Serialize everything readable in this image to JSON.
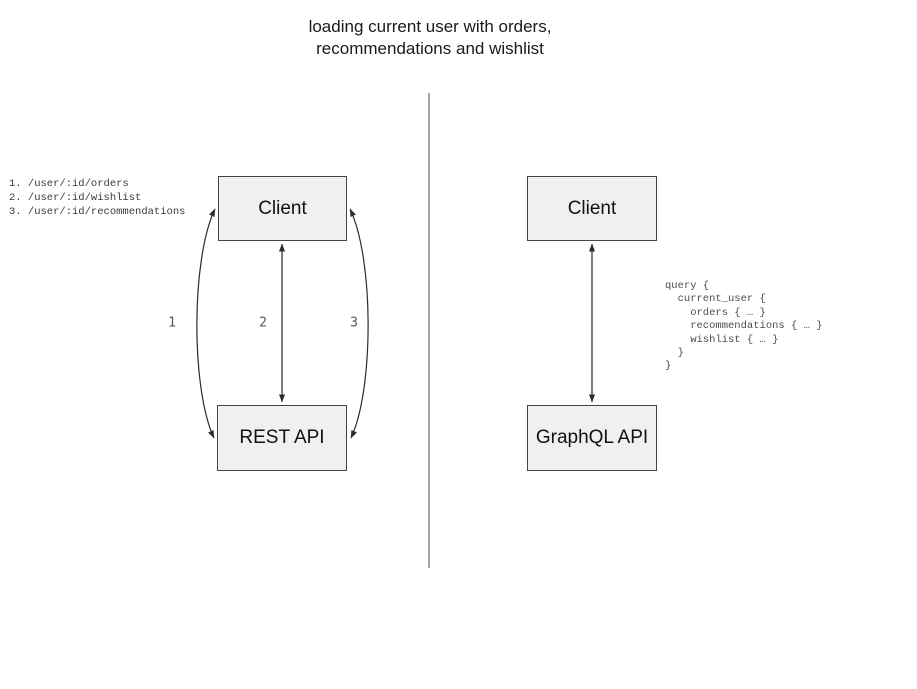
{
  "title": "loading current user with orders,\nrecommendations and wishlist",
  "rest_panel": {
    "endpoints": "1. /user/:id/orders\n2. /user/:id/wishlist\n3. /user/:id/recommendations",
    "client_box_label": "Client",
    "api_box_label": "REST API",
    "arrow_labels": [
      "1",
      "2",
      "3"
    ]
  },
  "graphql_panel": {
    "client_box_label": "Client",
    "api_box_label": "GraphQL API",
    "query": "query {\n  current_user {\n    orders { … }\n    recommendations { … }\n    wishlist { … }\n  }\n}"
  },
  "colors": {
    "box_fill": "#f0f0f0",
    "box_border": "#444444",
    "arrow": "#2b2b2b",
    "divider": "#5f5f5f",
    "title_text": "#1a1a1a",
    "code_text": "#4d4d4d",
    "label_text": "#555555",
    "page_bg": "#ffffff"
  }
}
